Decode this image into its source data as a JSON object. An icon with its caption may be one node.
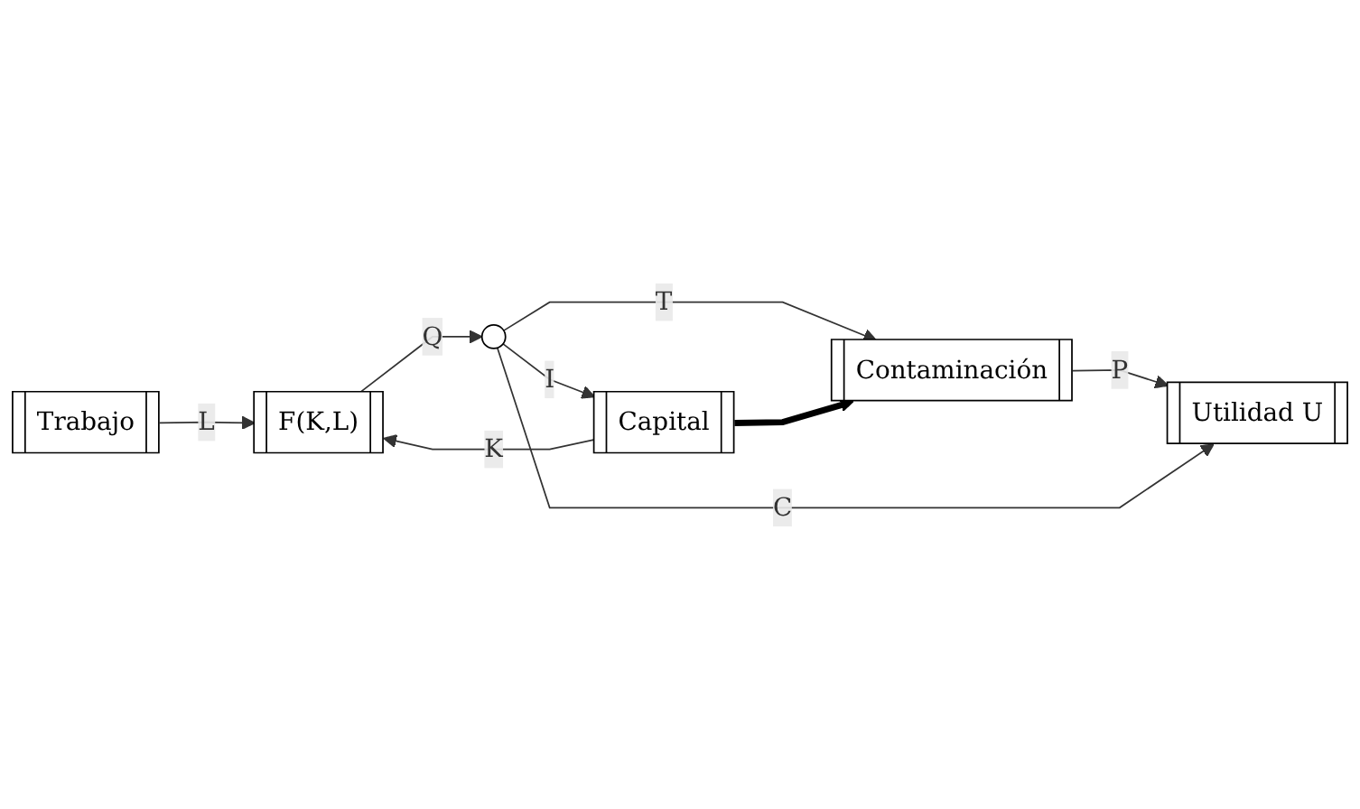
{
  "diagram": {
    "nodes": [
      {
        "text": [
          "Contaminación"
        ]
      },
      {
        "text": [
          "Trabajo"
        ]
      },
      {
        "text": [
          "F(K,L)"
        ]
      },
      {
        "text": [],
        "shape": "circle"
      },
      {
        "text": [
          "Utilidad U"
        ]
      },
      {
        "text": [
          "Capital"
        ]
      }
    ],
    "edges": [
      {
        "from": 1,
        "to": 2,
        "arrow": "to",
        "label": "L"
      },
      {
        "from": 5,
        "to": 2,
        "arrow": "to",
        "label": "K"
      },
      {
        "from": 2,
        "to": 3,
        "arrow": "to",
        "label": "Q"
      },
      {
        "from": 3,
        "to": 0,
        "arrow": "to",
        "label": "T"
      },
      {
        "from": 0,
        "to": 4,
        "arrow": "to",
        "label": "P"
      },
      {
        "from": 3,
        "to": 4,
        "arrow": "to",
        "label": "C"
      },
      {
        "from": 3,
        "to": 5,
        "arrow": "to",
        "label": "I"
      },
      {
        "from": 5,
        "to": 0,
        "arrow": "to",
        "style": "thick",
        "color": "#000000"
      }
    ]
  }
}
